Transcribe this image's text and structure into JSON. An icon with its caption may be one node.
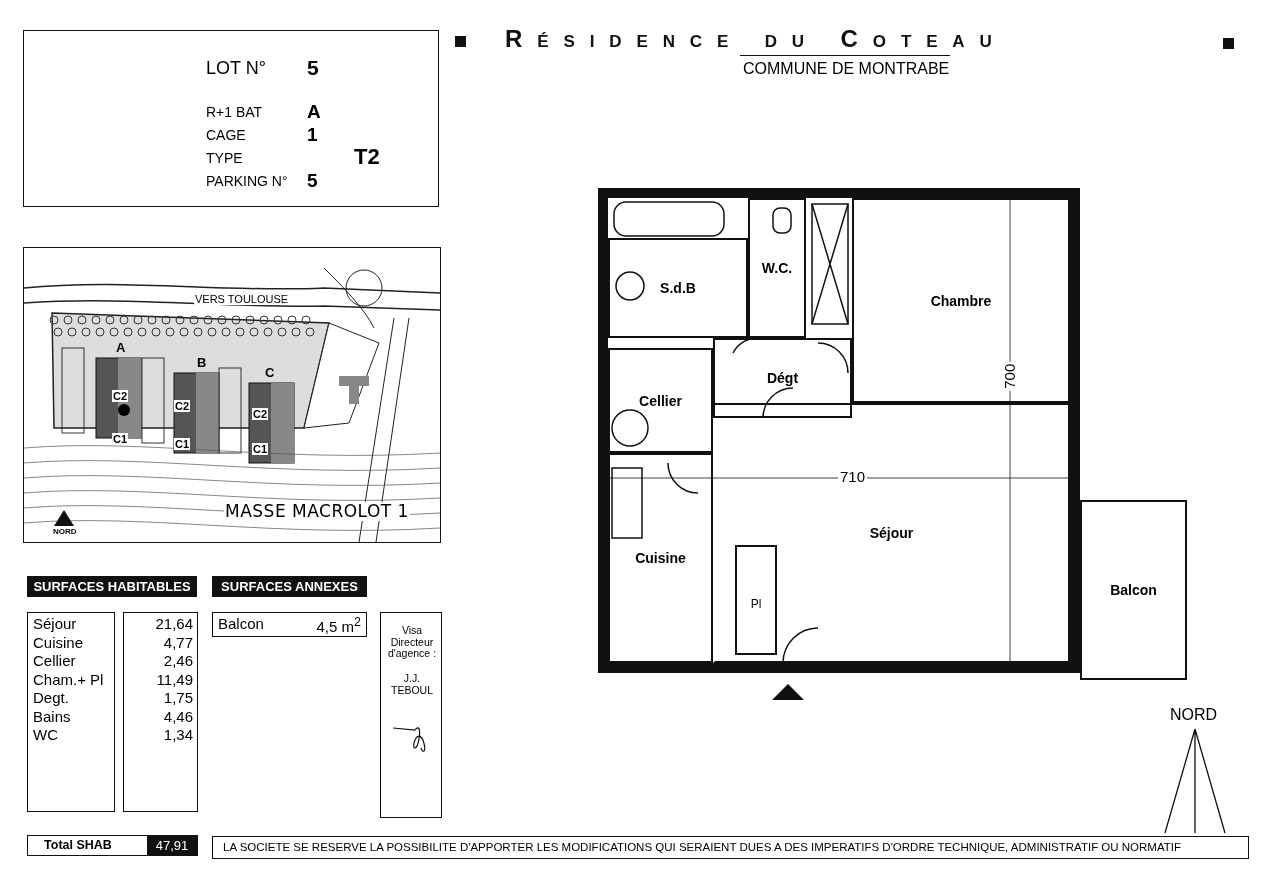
{
  "diagram": {
    "title": "Résidence du Coteau",
    "nodes": [
      {
        "text": [
          "LOT N°",
          "5",
          "R+1 BAT",
          "A",
          "CAGE",
          "1",
          "TYPE",
          "T2",
          "PARKING N°",
          "5"
        ]
      },
      {
        "text": [
          "VERS TOULOUSE",
          "A",
          "B",
          "C",
          "C2",
          "C2",
          "C2",
          "C1",
          "C1",
          "C1",
          "MASSE MACROLOT 1",
          "NORD"
        ]
      },
      {
        "text": [
          "SURFACES HABITABLES"
        ]
      },
      {
        "text": [
          "Séjour",
          "Cuisine",
          "Cellier",
          "Cham.+ Pl",
          "Degt.",
          "Bains",
          "WC"
        ]
      },
      {
        "text": [
          "21,64",
          "4,77",
          "2,46",
          "11,49",
          "1,75",
          "4,46",
          "1,34"
        ]
      },
      {
        "text": [
          "SURFACES ANNEXES"
        ]
      },
      {
        "text": [
          "Balcon",
          "4,5 m$^{2}$"
        ]
      },
      {
        "text": [
          "Visa Directeur d'agence :",
          "J.J. TEBOUL"
        ]
      },
      {
        "text": [
          "Total SHAB",
          "47,91"
        ]
      },
      {
        "text": [
          "LA SOCIETE SE RESERVE LA POSSIBILITE D'APPORTER LES MODIFICATIONS QUI SERAIENT DUES A DES IMPERATIFS D'ORDRE TECHNIQUE, ADMINISTRATIF OU NORMATIF"
        ]
      },
      {
        "text": [],
        "shape": "box"
      },
      {
        "text": [
          "S.d.B"
        ],
        "in": 10
      },
      {
        "text": [
          "W.C."
        ],
        "in": 10
      },
      {
        "text": [
          "Chambre"
        ],
        "in": 10
      },
      {
        "text": [
          "Cellier"
        ],
        "in": 10
      },
      {
        "text": [
          "Dégt"
        ],
        "in": 10
      },
      {
        "text": [
          "Séjour"
        ],
        "in": 10
      },
      {
        "text": [
          "Cuisine"
        ],
        "in": 10
      },
      {
        "text": [
          "Pl"
        ],
        "in": 16
      },
      {
        "text": [
          "Balcon"
        ]
      }
    ],
    "edges": [],
    "labels": [
      "COMMUNE DE MONTRABE",
      "710",
      "700",
      "NORD"
    ]
  }
}
